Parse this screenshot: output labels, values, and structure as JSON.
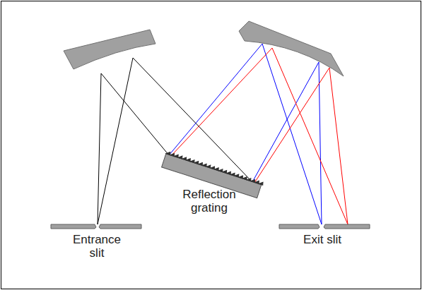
{
  "diagram": {
    "labels": [
      "Entrance slit",
      "Reflection grating",
      "Exit slit"
    ]
  }
}
